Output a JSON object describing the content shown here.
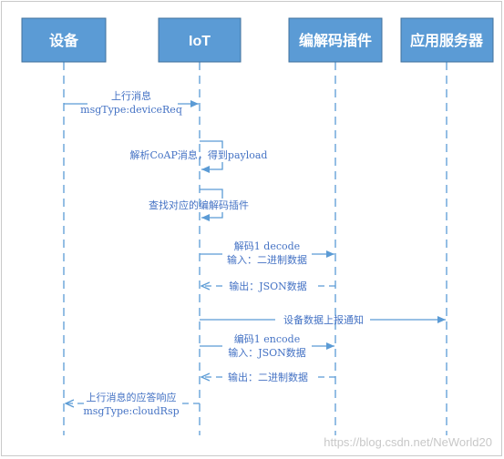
{
  "participants": [
    {
      "id": "device",
      "label": "设备"
    },
    {
      "id": "iot",
      "label": "IoT"
    },
    {
      "id": "codec",
      "label": "编解码插件"
    },
    {
      "id": "app",
      "label": "应用服务器"
    }
  ],
  "messages": [
    {
      "id": "m1",
      "lines": [
        "上行消息",
        "msgType:deviceReq"
      ],
      "from": "device",
      "to": "iot",
      "style": "solid"
    },
    {
      "id": "m2",
      "lines": [
        "解析CoAP消息，得到payload"
      ],
      "from": "iot",
      "to": "iot",
      "style": "self"
    },
    {
      "id": "m3",
      "lines": [
        "查找对应的编解码插件"
      ],
      "from": "iot",
      "to": "iot",
      "style": "self"
    },
    {
      "id": "m4",
      "lines": [
        "解码1 decode",
        "输入：二进制数据"
      ],
      "from": "iot",
      "to": "codec",
      "style": "solid"
    },
    {
      "id": "m5",
      "lines": [
        "输出：JSON数据"
      ],
      "from": "codec",
      "to": "iot",
      "style": "dashed"
    },
    {
      "id": "m6",
      "lines": [
        "设备数据上报通知"
      ],
      "from": "iot",
      "to": "app",
      "style": "solid"
    },
    {
      "id": "m7",
      "lines": [
        "编码1 encode",
        "输入：JSON数据"
      ],
      "from": "iot",
      "to": "codec",
      "style": "solid"
    },
    {
      "id": "m8",
      "lines": [
        "输出：二进制数据"
      ],
      "from": "codec",
      "to": "iot",
      "style": "dashed"
    },
    {
      "id": "m9",
      "lines": [
        "上行消息的应答响应",
        "msgType:cloudRsp"
      ],
      "from": "iot",
      "to": "device",
      "style": "dashed"
    }
  ],
  "watermark": "https://blog.csdn.net/NeWorld20",
  "colors": {
    "box": "#5b9bd5",
    "box_border": "#41719c",
    "line": "#5b9bd5",
    "text": "#4472c4"
  }
}
